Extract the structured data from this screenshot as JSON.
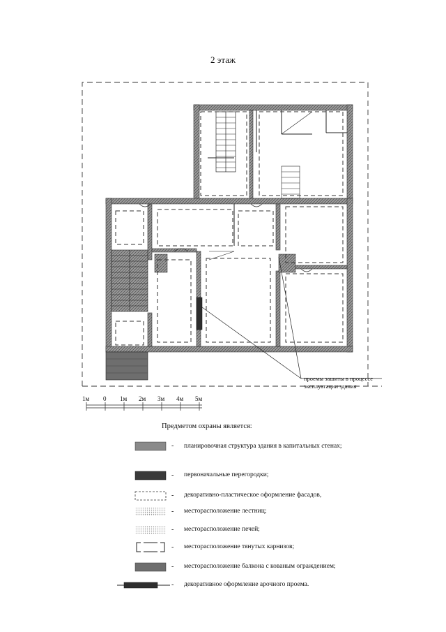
{
  "page": {
    "title": "2 этаж",
    "callout": {
      "line1": "проемы зашиты в процессе",
      "line2": "эксплуатации здания"
    }
  },
  "scale": {
    "labels": [
      "1м",
      "0",
      "1м",
      "2м",
      "3м",
      "4м",
      "5м"
    ]
  },
  "legend": {
    "heading": "Предметом охраны является:",
    "dash": "-",
    "items": [
      {
        "symbol": "gray-fill",
        "text": "планировочная структура здания в капитальных стенах;"
      },
      {
        "symbol": "dark-fill",
        "text": "первоначальные перегородки;"
      },
      {
        "symbol": "thin-dashed",
        "text": "декоративно-пластическое оформление фасадов,"
      },
      {
        "symbol": "stairs-dots",
        "text": "месторасположение лестниц;"
      },
      {
        "symbol": "stove-dots",
        "text": "месторасположение печей;"
      },
      {
        "symbol": "thick-dashed",
        "text": "месторасположение тянутых карнизов;"
      },
      {
        "symbol": "balcony-fill",
        "text": "месторасположение балкона с кованым ограждением;"
      },
      {
        "symbol": "arch-bar",
        "text": "декоративное оформление арочного проема."
      }
    ]
  },
  "colors": {
    "wall": "#8a8a8a",
    "partition": "#3a3a3a",
    "balcony": "#6e6e6e",
    "line": "#222222"
  }
}
